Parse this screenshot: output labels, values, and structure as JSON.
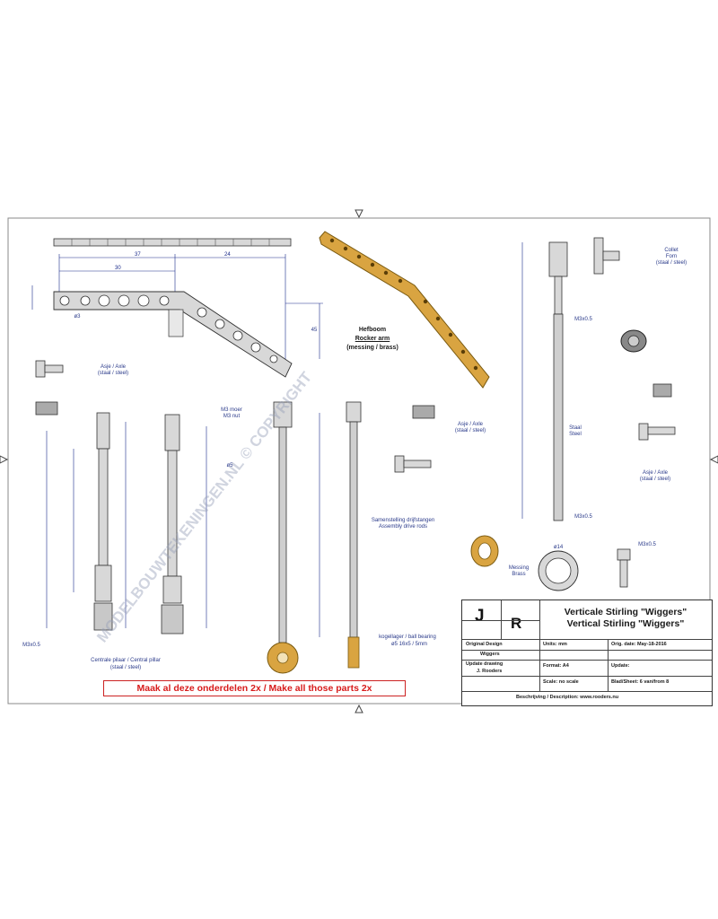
{
  "colors": {
    "ink": "#1a2a8a",
    "part_fill": "#d8d8d8",
    "brass": "#d9a441",
    "red_note": "#d81c1c"
  },
  "labels": {
    "rocker_title_nl": "Hefboom",
    "rocker_title_en": "Rocker arm",
    "rocker_material": "(messing / brass)",
    "axle_left": "Asje / Axle",
    "axle_left_mat": "(staal / steel)",
    "axle_mid": "Asje / Axle",
    "axle_mid_mat": "(staal / steel)",
    "axle_right": "Asje / Axle",
    "axle_right_mat": "(staal / steel)",
    "collet": "Collet",
    "collet_en": "Forn",
    "collet_mat": "(staal / steel)",
    "staal": "Staal",
    "steel": "Steel",
    "messing": "Messing",
    "brass": "Brass",
    "central_pillar": "Centrale pilaar / Central pillar",
    "central_pillar_mat": "(staal / steel)",
    "assembly_nl": "Samenstelling drijfstangen",
    "assembly_en": "Assembly drive rods",
    "ball_bearing": "kogellager / ball bearing",
    "ball_bearing_size": "ø5 16x5 / 5mm",
    "m3_nut": "M3 moer",
    "m3_nut2": "M3 nut"
  },
  "dims": {
    "d37": "37",
    "d24": "24",
    "d30": "30",
    "d45": "45",
    "m3": "M3x0.5",
    "m3b": "M3x0.5",
    "m3c": "M3x0.5",
    "m3d": "M3x0.5",
    "phi3": "ø3",
    "phi5": "ø5",
    "phi14": "ø14"
  },
  "note": "Maak al deze onderdelen 2x / Make all those parts 2x",
  "watermark": {
    "main": "MODELBOUWTEKENINGEN.NL © COPYRIGHT"
  },
  "title_block": {
    "logo_j": "J",
    "logo_r": "R",
    "title_nl": "Verticale Stirling \"Wiggers\"",
    "title_en": "Vertical Stirling \"Wiggers\"",
    "original_design": "Original Design",
    "original_design_by": "Wiggers",
    "update_drawing": "Update drawing",
    "update_drawing_by": "J. Rooders",
    "units": "Units: mm",
    "orig_date": "Orig. date: May-18-2016",
    "format": "Format: A4",
    "update": "Update:",
    "scale": "Scale: no scale",
    "sheet": "Blad/Sheet: 6 van/from 8",
    "description": "Beschrijving / Description: www.rooders.nu"
  }
}
